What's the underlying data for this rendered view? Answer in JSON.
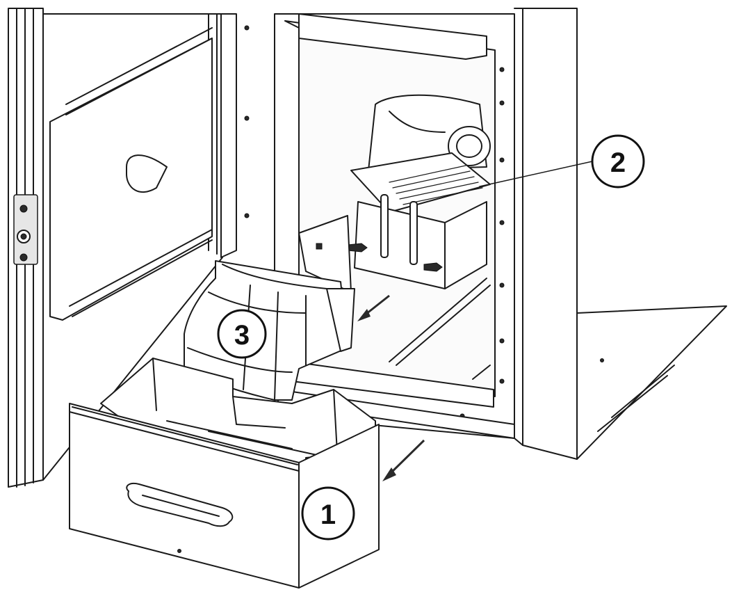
{
  "callouts": [
    {
      "id": "1",
      "label": "1"
    },
    {
      "id": "2",
      "label": "2"
    },
    {
      "id": "3",
      "label": "3"
    }
  ],
  "colors": {
    "line": "#1a1a1a",
    "background": "#ffffff",
    "shade": "#e6e6e6"
  }
}
